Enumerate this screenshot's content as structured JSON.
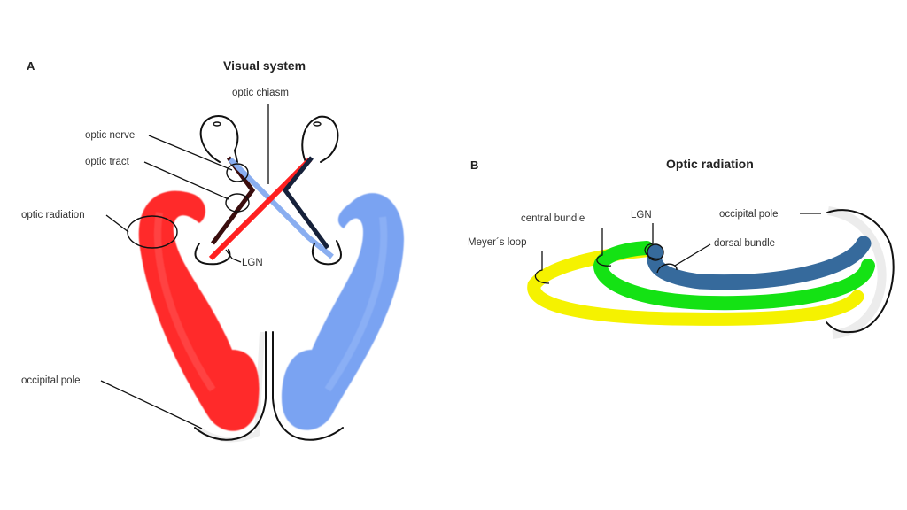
{
  "panel_a": {
    "letter": "A",
    "title": "Visual system",
    "labels": {
      "optic_chiasm": "optic chiasm",
      "optic_nerve": "optic nerve",
      "optic_tract": "optic tract",
      "optic_radiation": "optic radiation",
      "lgn": "LGN",
      "occipital_pole": "occipital pole"
    },
    "colors": {
      "left_pathway": "#ff2a2a",
      "right_pathway": "#7aa3f2"
    }
  },
  "panel_b": {
    "letter": "B",
    "title": "Optic radiation",
    "labels": {
      "central_bundle": "central bundle",
      "lgn": "LGN",
      "occipital_pole": "occipital pole",
      "meyers_loop": "Meyer´s loop",
      "dorsal_bundle": "dorsal bundle"
    },
    "colors": {
      "meyers_loop": "#f5f200",
      "central_bundle": "#14e214",
      "dorsal_bundle": "#366a9c"
    }
  }
}
